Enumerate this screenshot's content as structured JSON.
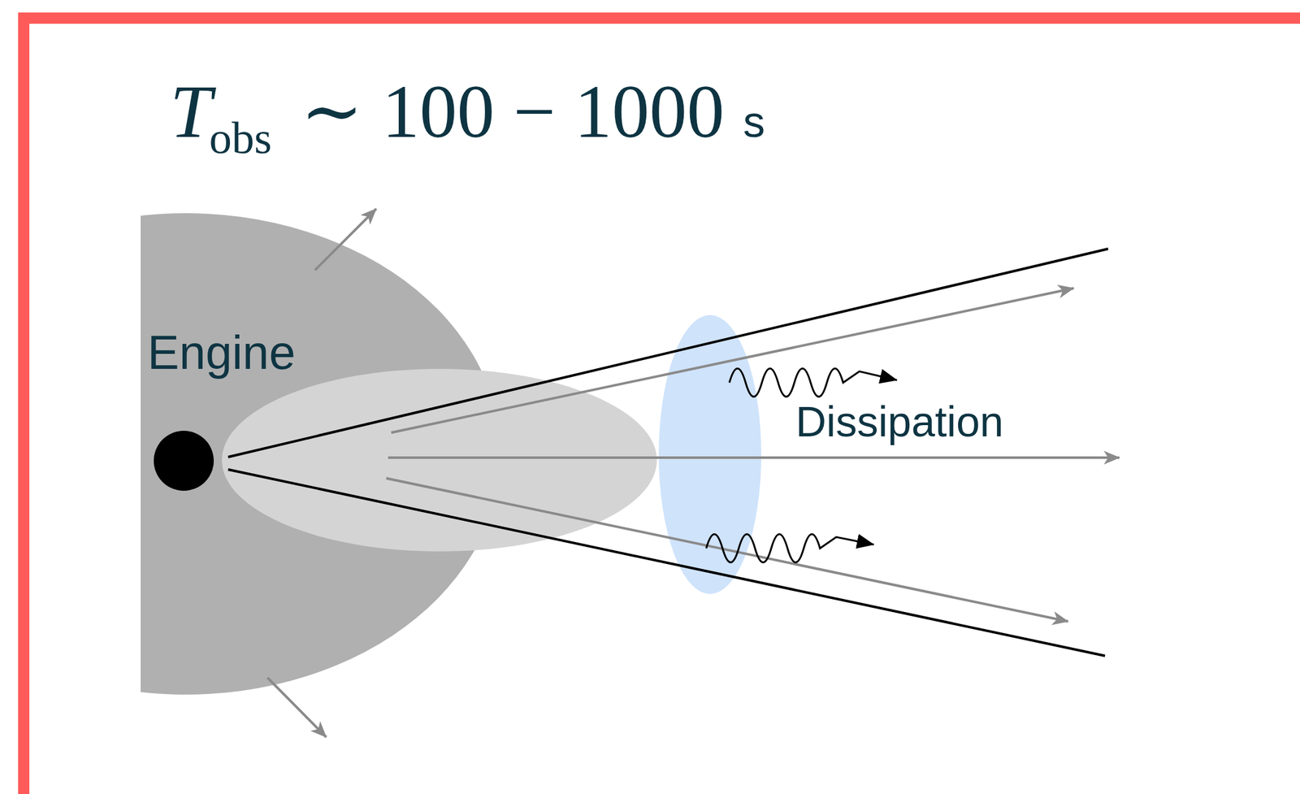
{
  "diagram": {
    "labels": [
      "T",
      "obs",
      "∼ 100 − 1000",
      "s",
      "Engine",
      "Dissipation"
    ]
  }
}
